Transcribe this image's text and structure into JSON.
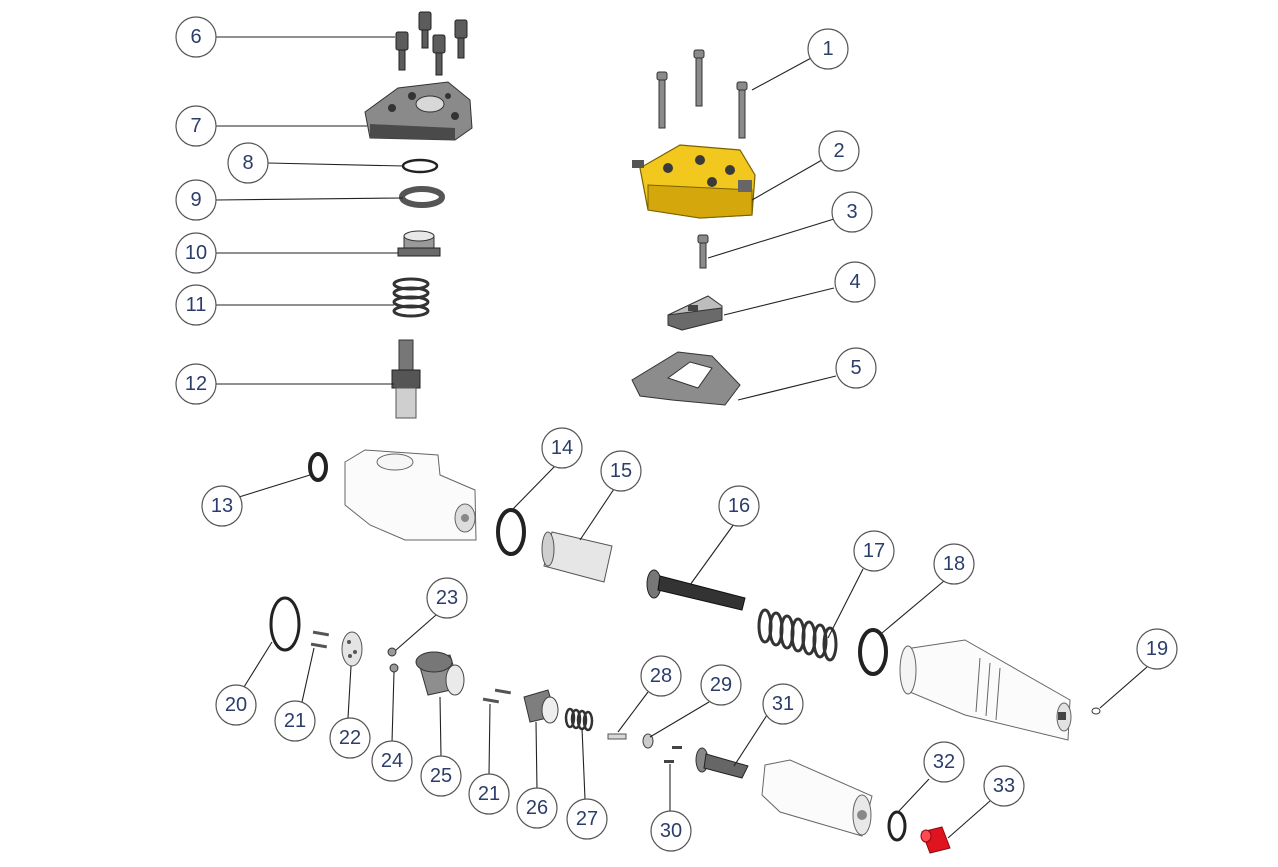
{
  "diagram": {
    "callouts": [
      {
        "id": "c1",
        "label": "1"
      },
      {
        "id": "c2",
        "label": "2"
      },
      {
        "id": "c3",
        "label": "3"
      },
      {
        "id": "c4",
        "label": "4"
      },
      {
        "id": "c5",
        "label": "5"
      },
      {
        "id": "c6",
        "label": "6"
      },
      {
        "id": "c7",
        "label": "7"
      },
      {
        "id": "c8",
        "label": "8"
      },
      {
        "id": "c9",
        "label": "9"
      },
      {
        "id": "c10",
        "label": "10"
      },
      {
        "id": "c11",
        "label": "11"
      },
      {
        "id": "c12",
        "label": "12"
      },
      {
        "id": "c13",
        "label": "13"
      },
      {
        "id": "c14",
        "label": "14"
      },
      {
        "id": "c15",
        "label": "15"
      },
      {
        "id": "c16",
        "label": "16"
      },
      {
        "id": "c17",
        "label": "17"
      },
      {
        "id": "c18",
        "label": "18"
      },
      {
        "id": "c19",
        "label": "19"
      },
      {
        "id": "c20",
        "label": "20"
      },
      {
        "id": "c21a",
        "label": "21"
      },
      {
        "id": "c22",
        "label": "22"
      },
      {
        "id": "c23",
        "label": "23"
      },
      {
        "id": "c24",
        "label": "24"
      },
      {
        "id": "c25",
        "label": "25"
      },
      {
        "id": "c21b",
        "label": "21"
      },
      {
        "id": "c26",
        "label": "26"
      },
      {
        "id": "c27",
        "label": "27"
      },
      {
        "id": "c28",
        "label": "28"
      },
      {
        "id": "c29",
        "label": "29"
      },
      {
        "id": "c30",
        "label": "30"
      },
      {
        "id": "c31",
        "label": "31"
      },
      {
        "id": "c32",
        "label": "32"
      },
      {
        "id": "c33",
        "label": "33"
      }
    ],
    "colors": {
      "cover_yellow": "#f2c81e",
      "cap_red": "#e0141e",
      "callout_text": "#2b3d6b"
    }
  }
}
